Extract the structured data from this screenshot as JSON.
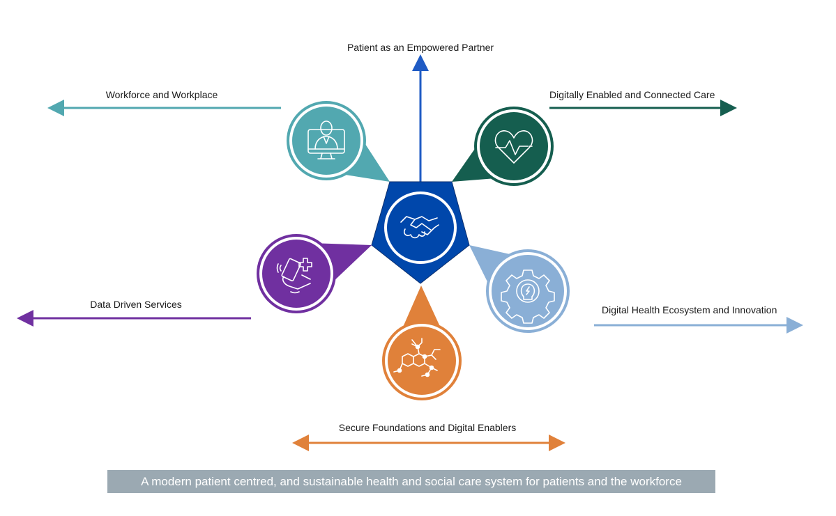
{
  "pillars": [
    {
      "key": "top",
      "label": "Patient as an Empowered Partner",
      "icon": "handshake-icon",
      "color": "#0047ab",
      "arrow_color": "#1f5bc4"
    },
    {
      "key": "workforce",
      "label": "Workforce and Workplace",
      "icon": "doctor-monitor-icon",
      "color": "#52a8b0"
    },
    {
      "key": "connected",
      "label": "Digitally Enabled and Connected Care",
      "icon": "heart-pulse-icon",
      "color": "#155e4f"
    },
    {
      "key": "data",
      "label": "Data Driven Services",
      "icon": "hand-phone-medical-icon",
      "color": "#7030a0"
    },
    {
      "key": "ecosystem",
      "label": "Digital Health Ecosystem and Innovation",
      "icon": "gear-lightbulb-icon",
      "color": "#8aafd6"
    },
    {
      "key": "foundations",
      "label": "Secure Foundations and Digital Enablers",
      "icon": "molecule-icon",
      "color": "#e0813a"
    }
  ],
  "banner": "A modern patient centred, and sustainable health and social care system for patients and the workforce"
}
